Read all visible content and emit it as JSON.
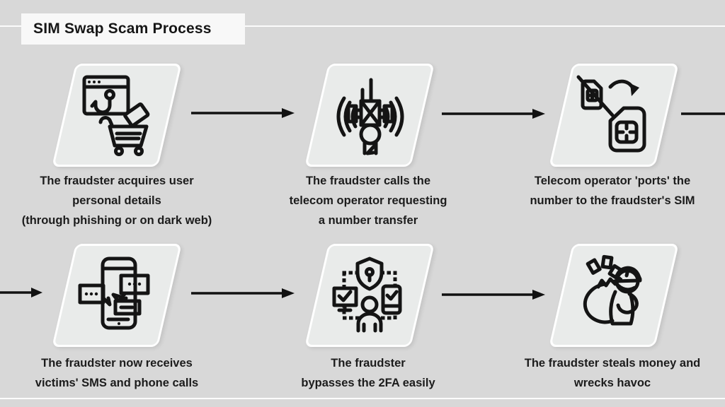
{
  "title": "SIM Swap Scam Process",
  "colors": {
    "background": "#d8d8d8",
    "card_fill": "#e9ebea",
    "card_border": "#ffffff",
    "title_box_bg": "#f8f8f8",
    "divider": "#fcfcfc",
    "text": "#1c1c1c",
    "arrow": "#111111"
  },
  "steps": [
    {
      "id": 1,
      "icon": "phishing-cart-icon",
      "caption": "The fraudster acquires user\npersonal details\n(through phishing or on dark web)"
    },
    {
      "id": 2,
      "icon": "cell-tower-icon",
      "caption": "The fraudster calls the\ntelecom operator requesting\na number transfer"
    },
    {
      "id": 3,
      "icon": "sim-swap-icon",
      "caption": "Telecom operator 'ports' the\nnumber to the fraudster's SIM"
    },
    {
      "id": 4,
      "icon": "phone-sms-icon",
      "caption": "The fraudster now receives\nvictims' SMS and phone calls"
    },
    {
      "id": 5,
      "icon": "2fa-bypass-icon",
      "caption": "The fraudster\nbypasses the 2FA easily"
    },
    {
      "id": 6,
      "icon": "thief-money-bag-icon",
      "caption": "The fraudster steals money and\nwrecks havoc"
    }
  ],
  "flow_arrows": [
    "step1-to-step2",
    "step2-to-step3",
    "step3-to-right-edge",
    "left-edge-to-step4",
    "step4-to-step5",
    "step5-to-step6"
  ]
}
